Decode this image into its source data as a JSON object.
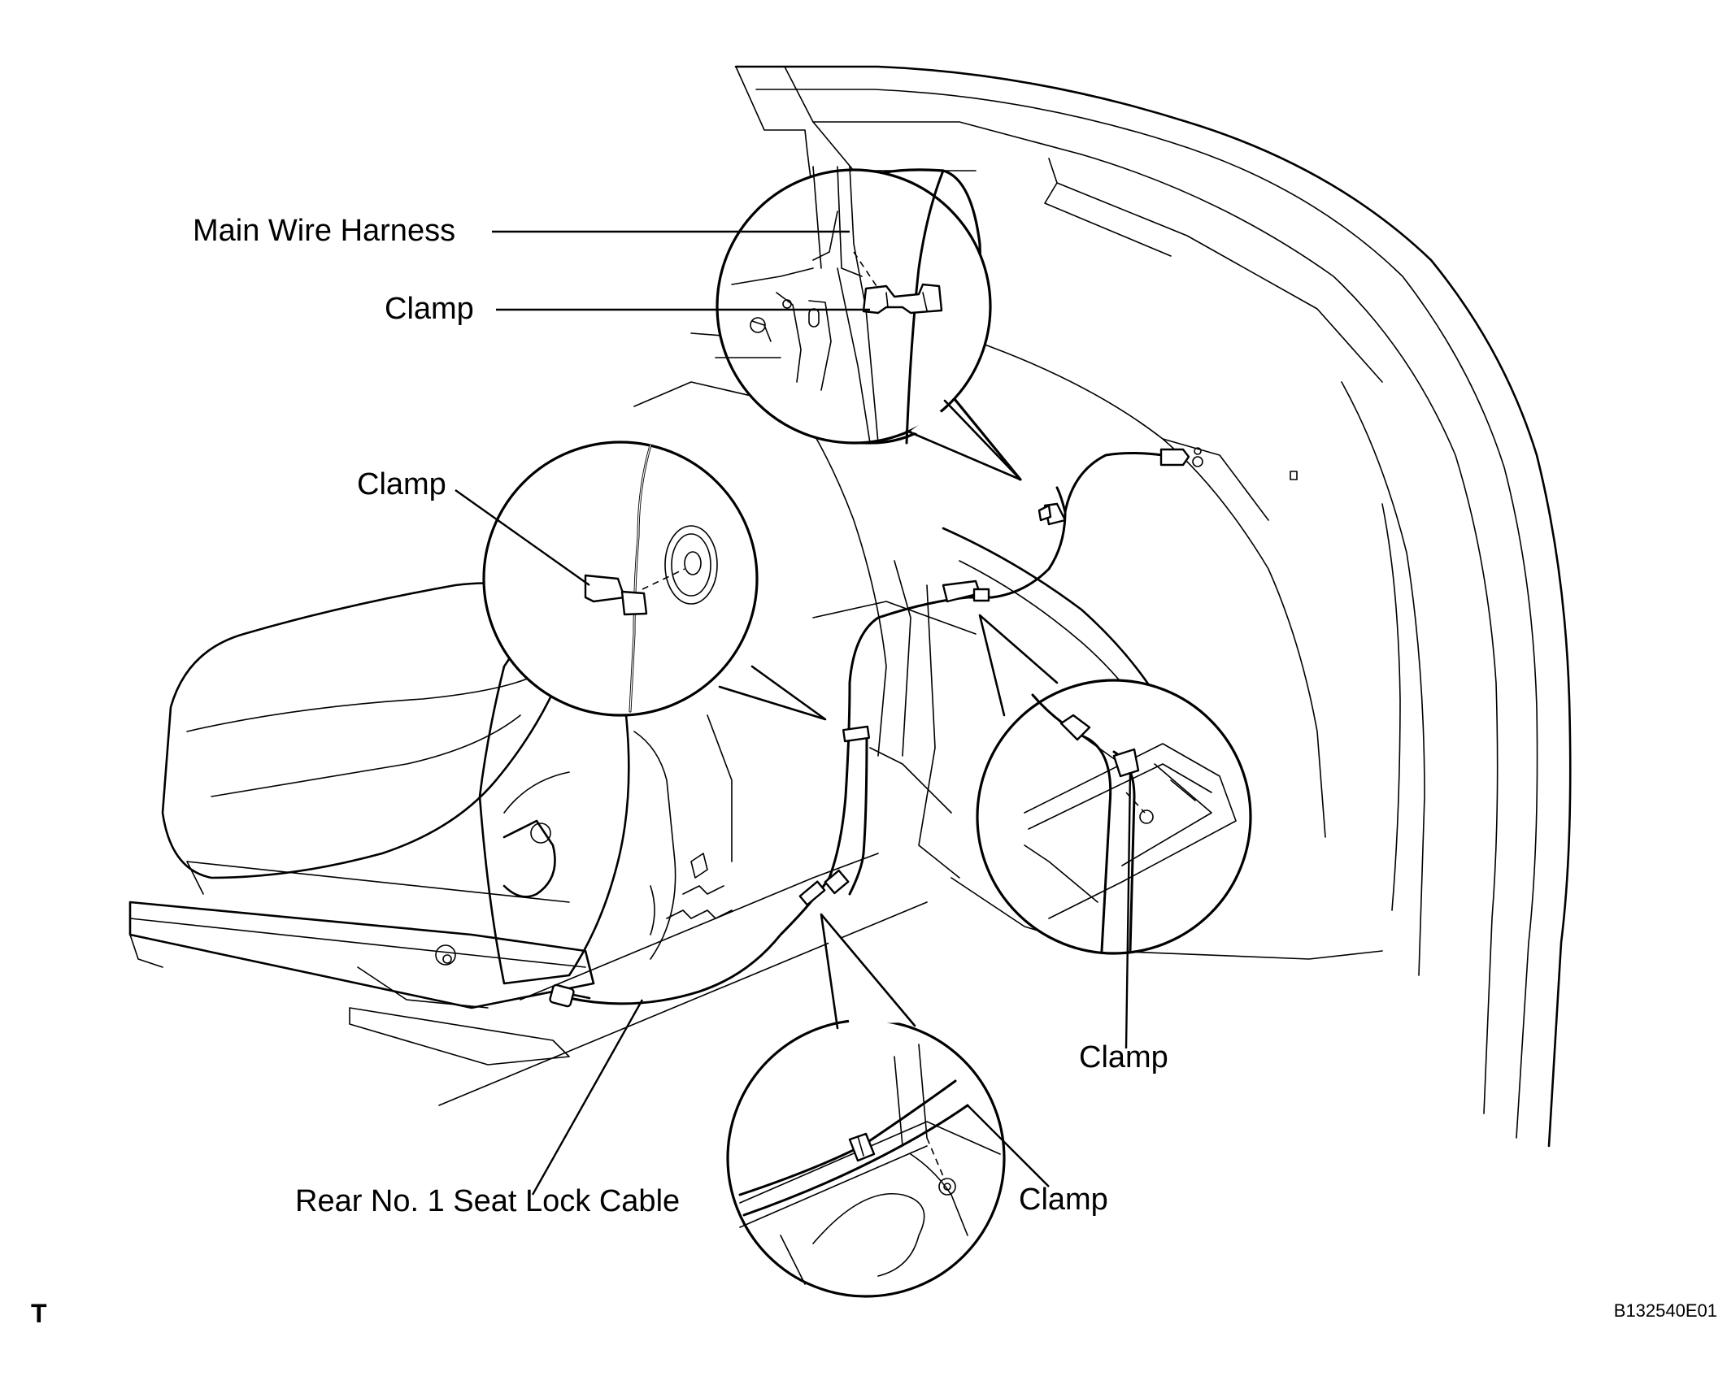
{
  "labels": {
    "main_wire_harness": "Main Wire Harness",
    "clamp_top": "Clamp",
    "clamp_left": "Clamp",
    "clamp_right": "Clamp",
    "clamp_bottom": "Clamp",
    "seat_lock_cable": "Rear No. 1 Seat Lock Cable"
  },
  "corner_mark": "T",
  "figure_id": "B132540E01"
}
